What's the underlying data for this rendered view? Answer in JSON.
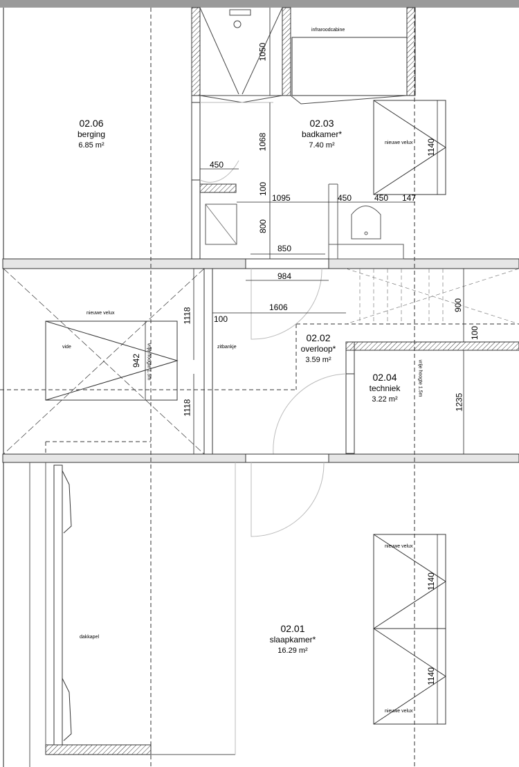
{
  "rooms": [
    {
      "number": "02.06",
      "name": "berging",
      "area": "6.85 m²"
    },
    {
      "number": "02.03",
      "name": "badkamer*",
      "area": "7.40 m²"
    },
    {
      "number": "02.02",
      "name": "overloop*",
      "area": "3.59 m²"
    },
    {
      "number": "02.04",
      "name": "techniek",
      "area": "3.22 m²"
    },
    {
      "number": "02.01",
      "name": "slaapkamer*",
      "area": "16.29 m²"
    }
  ],
  "labels": {
    "infrared_cabin": "infraroodcabine",
    "velux_bath": "nieuwe velux",
    "velux_void": "nieuwe velux",
    "velux_bedroom_top": "nieuwe velux",
    "velux_bedroom_bottom": "nieuwe velux",
    "void": "vide",
    "seat": "zitbankje",
    "dormer": "dakkapel",
    "free_height_left": "vrije hoogte 1.5m",
    "free_height_right": "vrije hoogte 1.5m"
  },
  "dimensions": {
    "d1050": "1050",
    "d1068": "1068",
    "d450a": "450",
    "d1140a": "1140",
    "d100a": "100",
    "d1095": "1095",
    "d450b": "450",
    "d450c": "450",
    "d147": "147",
    "d800": "800",
    "d850": "850",
    "d984": "984",
    "d1118a": "1118",
    "d1606": "1606",
    "d100b": "100",
    "d942": "942",
    "d1118b": "1118",
    "d900": "900",
    "d100c": "100",
    "d1235": "1235",
    "d1140b": "1140",
    "d1140c": "1140"
  }
}
